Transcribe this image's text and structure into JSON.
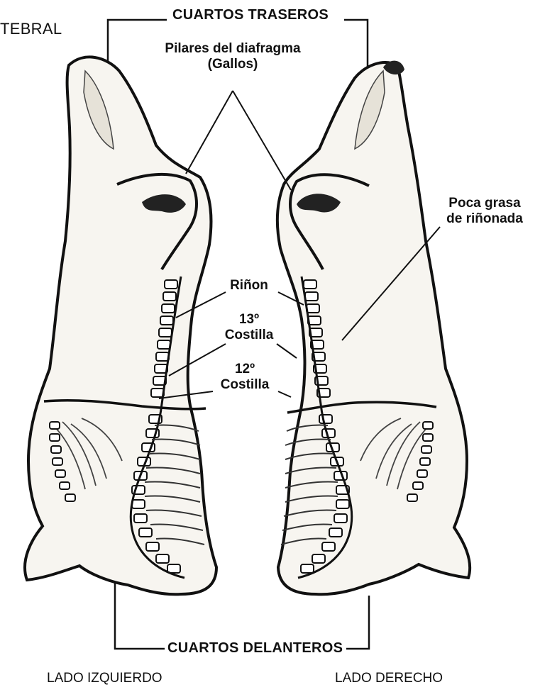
{
  "title_fragment": "TEBRAL",
  "top_bracket_label": "CUARTOS TRASEROS",
  "bottom_bracket_label": "CUARTOS DELANTEROS",
  "labels": {
    "pilares_line1": "Pilares del diafragma",
    "pilares_line2": "(Gallos)",
    "grasa_line1": "Poca grasa",
    "grasa_line2": "de riñonada",
    "rinon": "Riñon",
    "costilla13_num": "13º",
    "costilla13_word": "Costilla",
    "costilla12_num": "12º",
    "costilla12_word": "Costilla"
  },
  "sides": {
    "left": "LADO IZQUIERDO",
    "right": "LADO DERECHO"
  }
}
